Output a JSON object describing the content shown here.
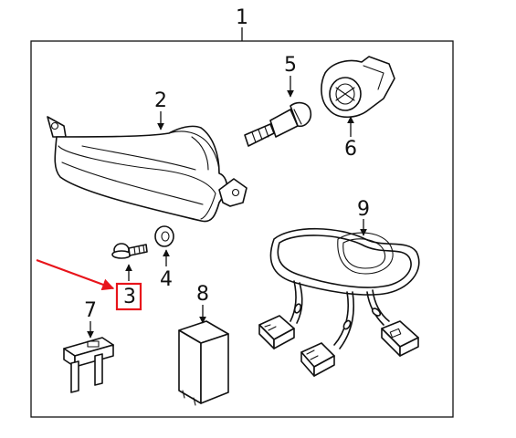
{
  "colors": {
    "line": "#111111",
    "background": "#ffffff",
    "highlight": "#e8141b"
  },
  "diagram": {
    "callouts": {
      "assembly": "1",
      "housing": "2",
      "screw": "3",
      "washer": "4",
      "bulb": "5",
      "socket": "6",
      "fuse": "7",
      "relay": "8",
      "harness": "9"
    },
    "highlighted_part": "3",
    "icons": [
      "arrow-icon",
      "down-arrow-icon",
      "up-arrow-icon"
    ]
  }
}
